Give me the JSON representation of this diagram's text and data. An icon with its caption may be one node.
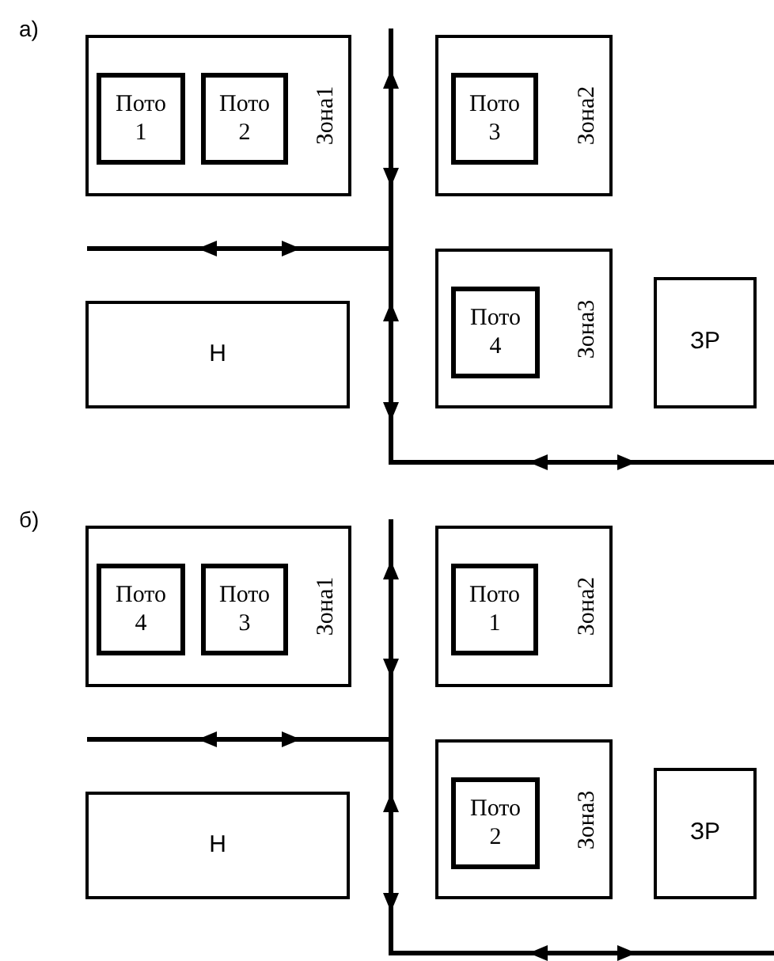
{
  "diagram": {
    "nodes": [
      {
        "text": [
          "Зона1"
        ]
      },
      {
        "text": [
          "Пото 1"
        ],
        "in": 0
      },
      {
        "text": [
          "Пото 2"
        ],
        "in": 0
      },
      {
        "text": [
          "Зона2"
        ]
      },
      {
        "text": [
          "Пото 3"
        ],
        "in": 3
      },
      {
        "text": [
          "Н"
        ]
      },
      {
        "text": [
          "Зона3"
        ]
      },
      {
        "text": [
          "Пото 4"
        ],
        "in": 6
      },
      {
        "text": [
          "ЗР"
        ]
      },
      {
        "text": [
          "Зона1"
        ]
      },
      {
        "text": [
          "Пото 4"
        ],
        "in": 9
      },
      {
        "text": [
          "Пото 3"
        ],
        "in": 9
      },
      {
        "text": [
          "Зона2"
        ]
      },
      {
        "text": [
          "Пото 1"
        ],
        "in": 12
      },
      {
        "text": [
          "Н"
        ]
      },
      {
        "text": [
          "Зона3"
        ]
      },
      {
        "text": [
          "Пото 2"
        ],
        "in": 15
      },
      {
        "text": [
          "ЗР"
        ]
      }
    ],
    "edges": [],
    "labels": [
      "а)",
      "б)"
    ]
  }
}
